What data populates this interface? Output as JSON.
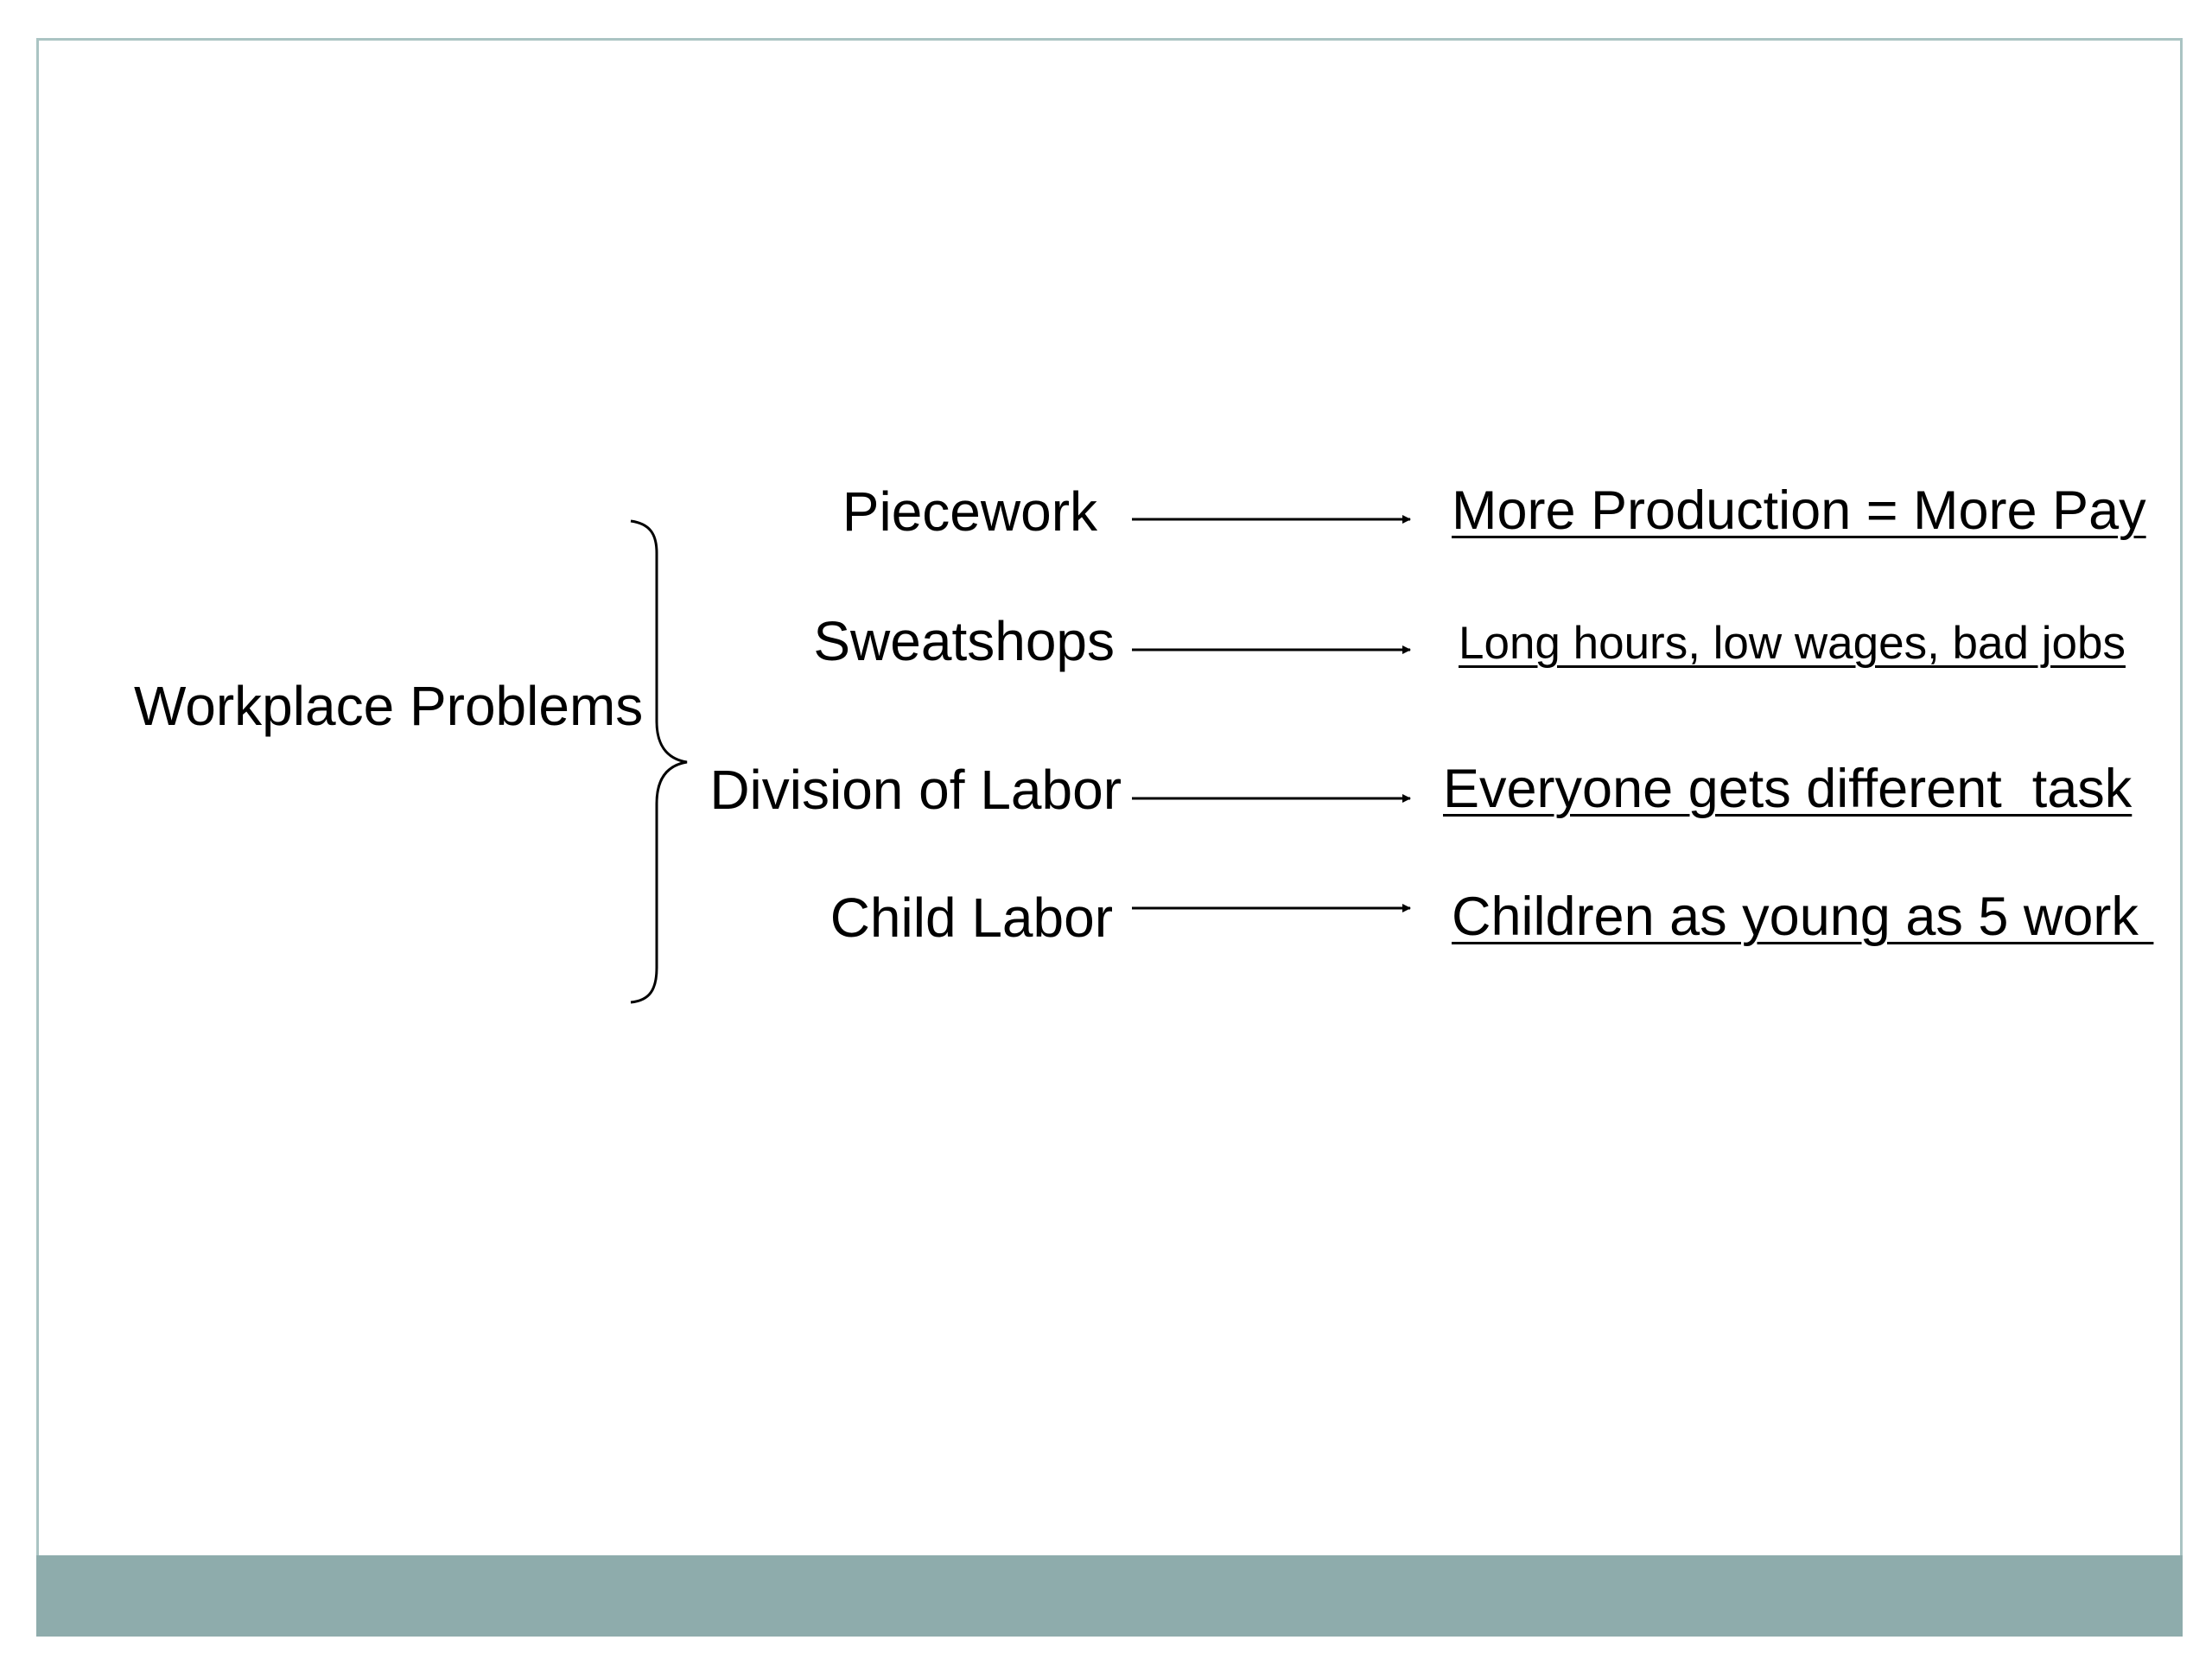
{
  "diagram": {
    "main_label": "Workplace Problems",
    "items": [
      {
        "label": "Piecework",
        "result": "More Production = More Pay"
      },
      {
        "label": "Sweatshops",
        "result": "Long hours, low wages, bad jobs"
      },
      {
        "label": "Division of Labor",
        "result": "Everyone gets different  task"
      },
      {
        "label": "Child Labor",
        "result": "Children as young as 5 work "
      }
    ]
  },
  "colors": {
    "frame_border": "#aac4c3",
    "footer_bar": "#8eacac",
    "text": "#000000"
  }
}
